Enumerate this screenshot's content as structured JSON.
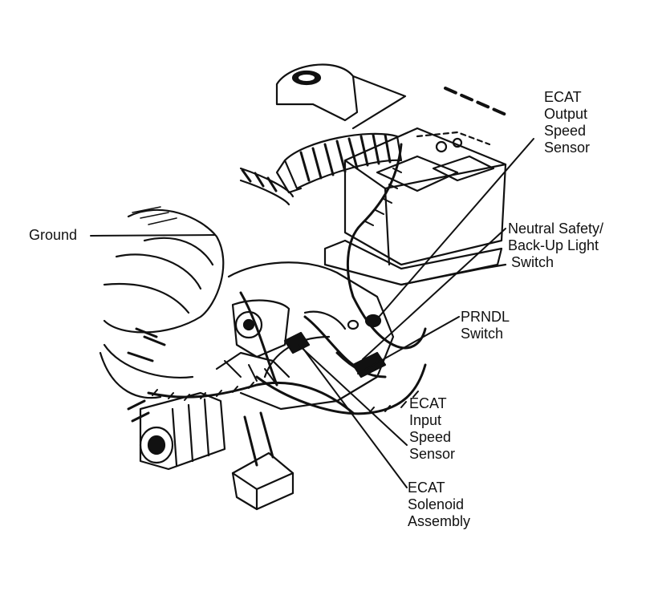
{
  "callouts": {
    "ground": [
      "Ground"
    ],
    "ecat_output_speed_sensor": [
      "ECAT",
      "Output",
      "Speed",
      "Sensor"
    ],
    "neutral_safety_switch": [
      "Neutral Safety/",
      "Back-Up Light",
      "Switch"
    ],
    "prndl_switch": [
      "PRNDL",
      "Switch"
    ],
    "ecat_input_speed_sensor": [
      "ECAT",
      "Input",
      "Speed",
      "Sensor"
    ],
    "ecat_solenoid_assembly": [
      "ECAT",
      "Solenoid",
      "Assembly"
    ]
  },
  "colors": {
    "ink": "#111111",
    "paper": "#ffffff"
  }
}
